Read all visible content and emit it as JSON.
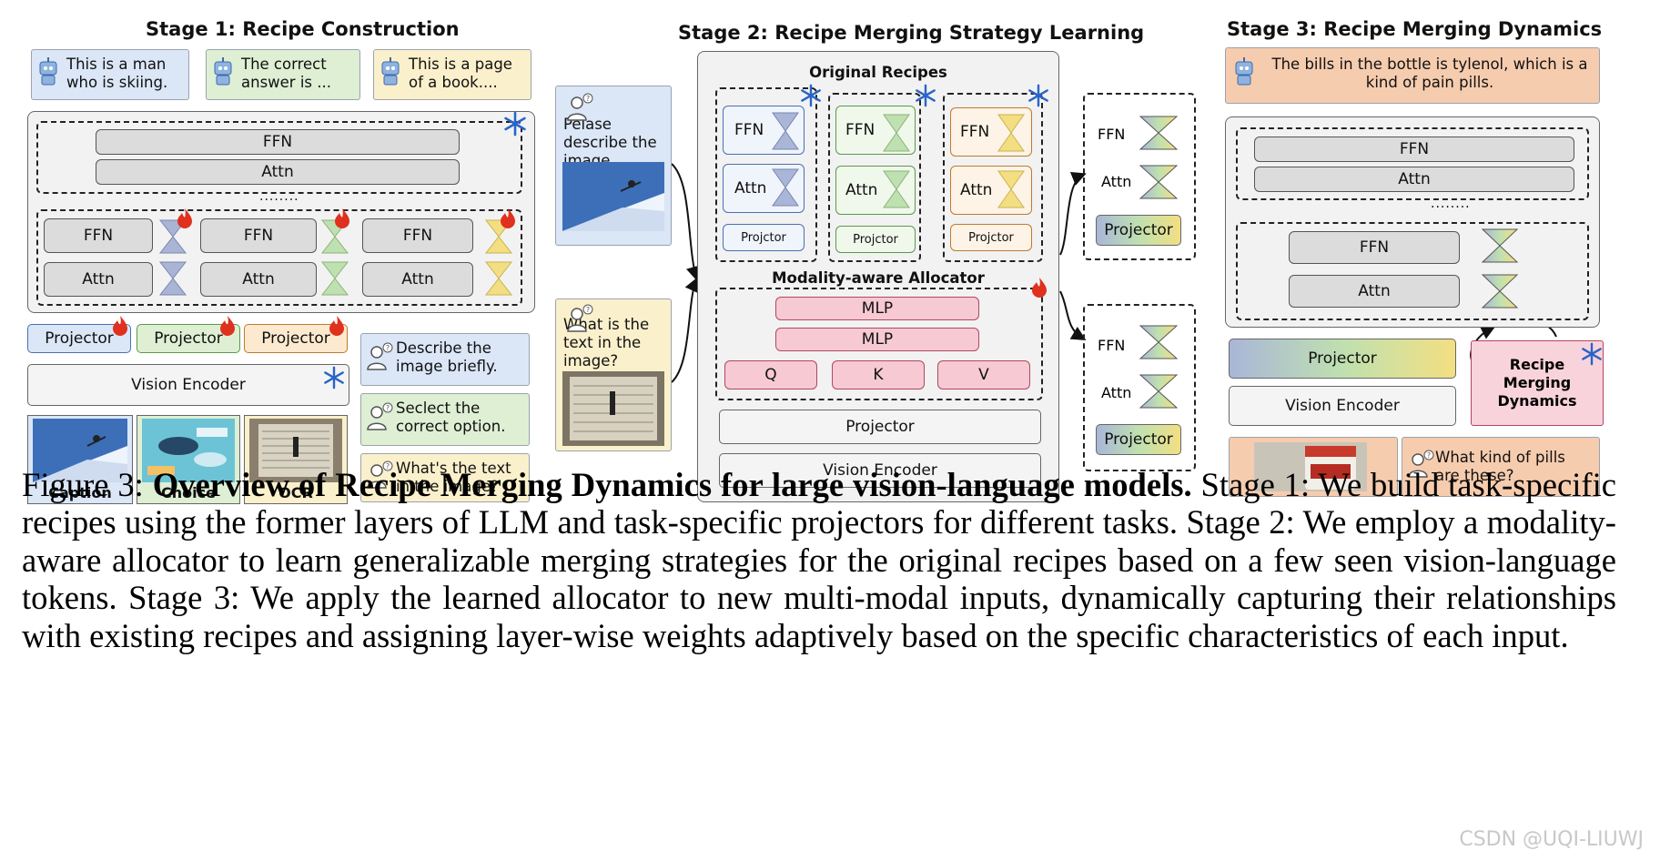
{
  "stage1": {
    "title": "Stage 1: Recipe Construction",
    "bubbles": [
      "This is a man who is skiing.",
      "The correct answer is ...",
      "This is a page of a book...."
    ],
    "ffn": "FFN",
    "attn": "Attn",
    "dots": "........",
    "projectors": [
      "Projector",
      "Projector",
      "Projector"
    ],
    "vision_encoder": "Vision Encoder",
    "prompts": [
      "Describe the image briefly.",
      "Seclect the correct option.",
      "What's the text in the image?"
    ],
    "image_labels": [
      "Caption",
      "Choice",
      "OCR"
    ]
  },
  "stage2": {
    "title": "Stage 2: Recipe Merging Strategy Learning",
    "original_recipes": "Original Recipes",
    "ffn": "FFN",
    "attn": "Attn",
    "projctor": "Projctor",
    "allocator_title": "Modality-aware Allocator",
    "mlp": "MLP",
    "q": "Q",
    "k": "K",
    "v": "V",
    "projector": "Projector",
    "vision_encoder": "Vision Encoder",
    "prompt_top": "Pelase describe the image briefly.",
    "prompt_bottom": "What is the text in the image?",
    "out_ffn": "FFN",
    "out_attn": "Attn",
    "out_projector": "Projector"
  },
  "stage3": {
    "title": "Stage 3: Recipe Merging Dynamics",
    "answer": "The bills in the bottle is tylenol, which is a kind of pain pills.",
    "ffn": "FFN",
    "attn": "Attn",
    "dots": "........",
    "projector": "Projector",
    "vision_encoder": "Vision Encoder",
    "rmd": "Recipe Merging Dynamics",
    "question": "What kind of pills are these?"
  },
  "caption": {
    "label": "Figure 3:",
    "bold": "Overview of Recipe Merging Dynamics for large vision-language models.",
    "rest": "Stage 1: We build task-specific recipes using the former layers of LLM and task-specific projectors for different tasks. Stage 2: We employ a modality-aware allocator to learn generalizable merging strategies for the original recipes based on a few seen vision-language tokens. Stage 3: We apply the learned allocator to new multi-modal inputs, dynamically capturing their relationships with existing recipes and assigning layer-wise weights adaptively based on the specific characteristics of each input."
  },
  "watermark": "CSDN @UQI-LIUWJ",
  "colors": {
    "blue": "#dbe6f7",
    "green": "#deefd4",
    "yellow": "#fbf0cc",
    "orange": "#f6ccae",
    "pink": "#f7c9d3",
    "fire": "#e0301e",
    "snow": "#2a64c8"
  }
}
